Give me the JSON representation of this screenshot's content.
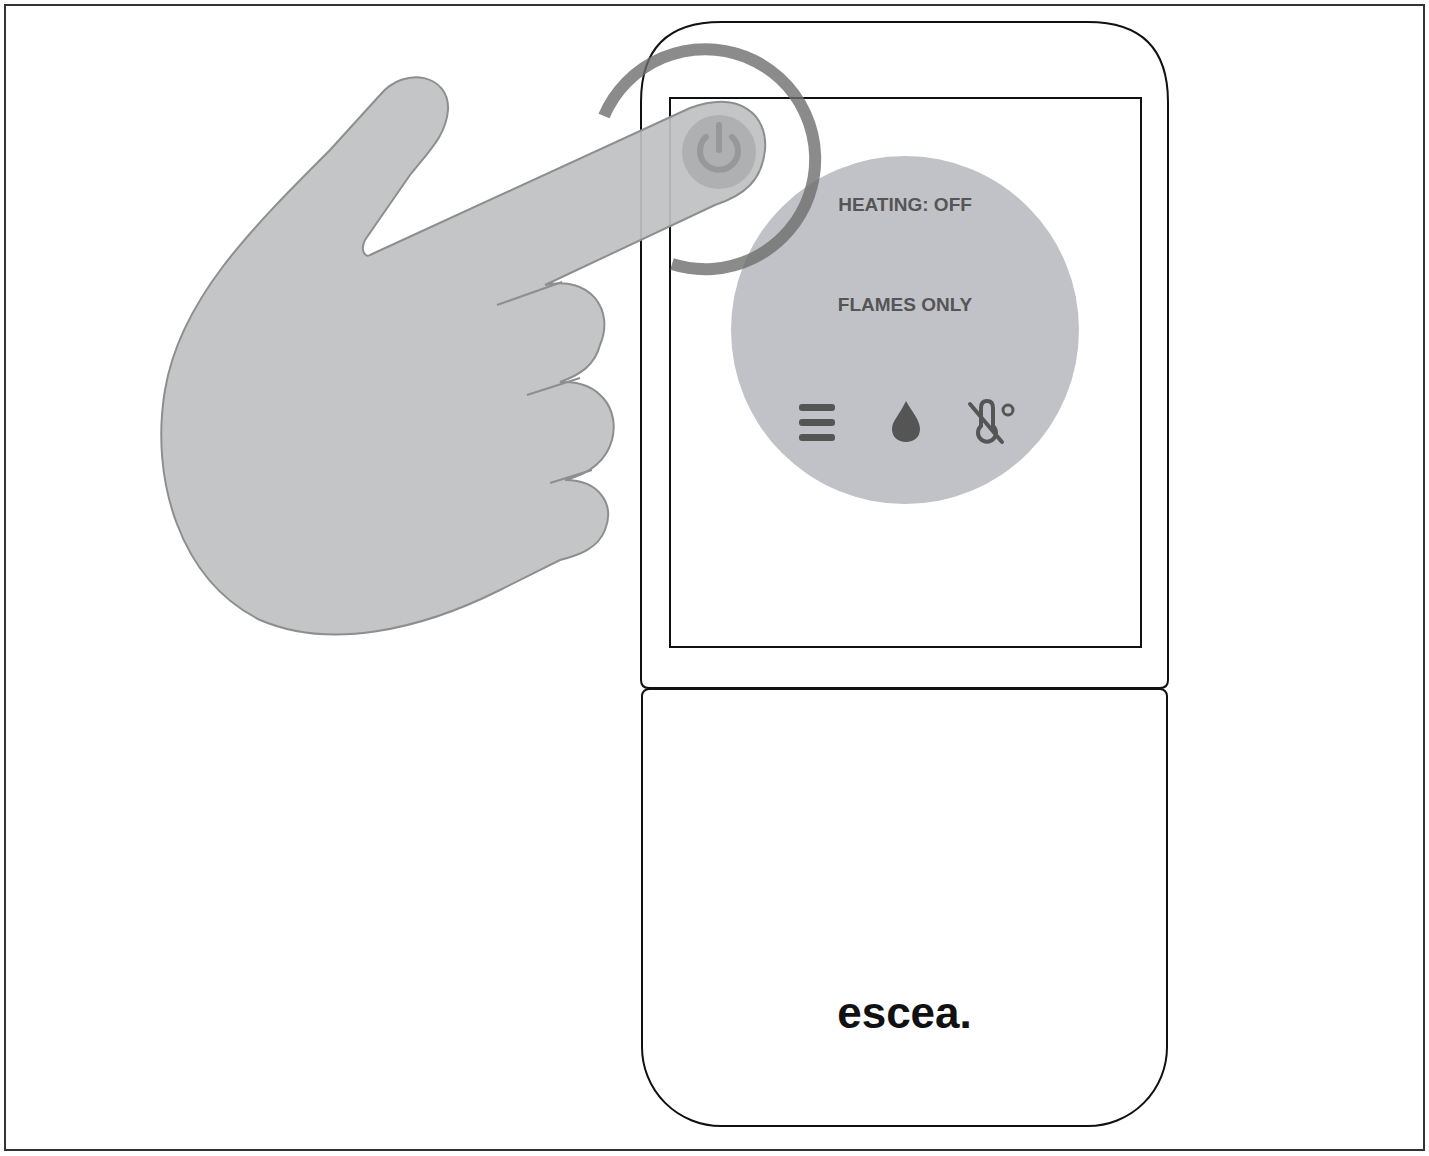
{
  "diagram": {
    "nodes": [
      {
        "text": [
          "escea."
        ]
      },
      {
        "text": [
          "HEATING: OFF",
          "FLAMES ONLY"
        ]
      }
    ]
  }
}
